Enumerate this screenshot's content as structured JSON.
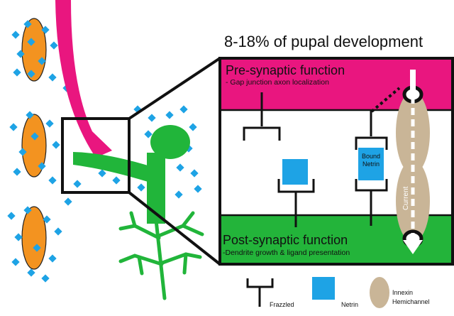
{
  "title": "8-18% of pupal development",
  "pre_synaptic": {
    "title": "Pre-synaptic function",
    "subtitle": "- Gap junction axon localization"
  },
  "post_synaptic": {
    "title": "Post-synaptic function",
    "subtitle": "-Dendrite growth & ligand presentation"
  },
  "bound_netrin_label": "Bound Netrin",
  "current_label": "Current",
  "legend": {
    "frazzled": "Frazzled",
    "netrin": "Netrin",
    "innexin": "Innexin Hemichannel"
  },
  "colors": {
    "pre_synaptic": "#e9167f",
    "post_synaptic": "#23b43a",
    "neuron_green": "#21b53a",
    "axon_magenta": "#e9167f",
    "netrin_blue": "#1ea3e5",
    "innexin_tan": "#c9b597",
    "cell_orange": "#f39320"
  }
}
